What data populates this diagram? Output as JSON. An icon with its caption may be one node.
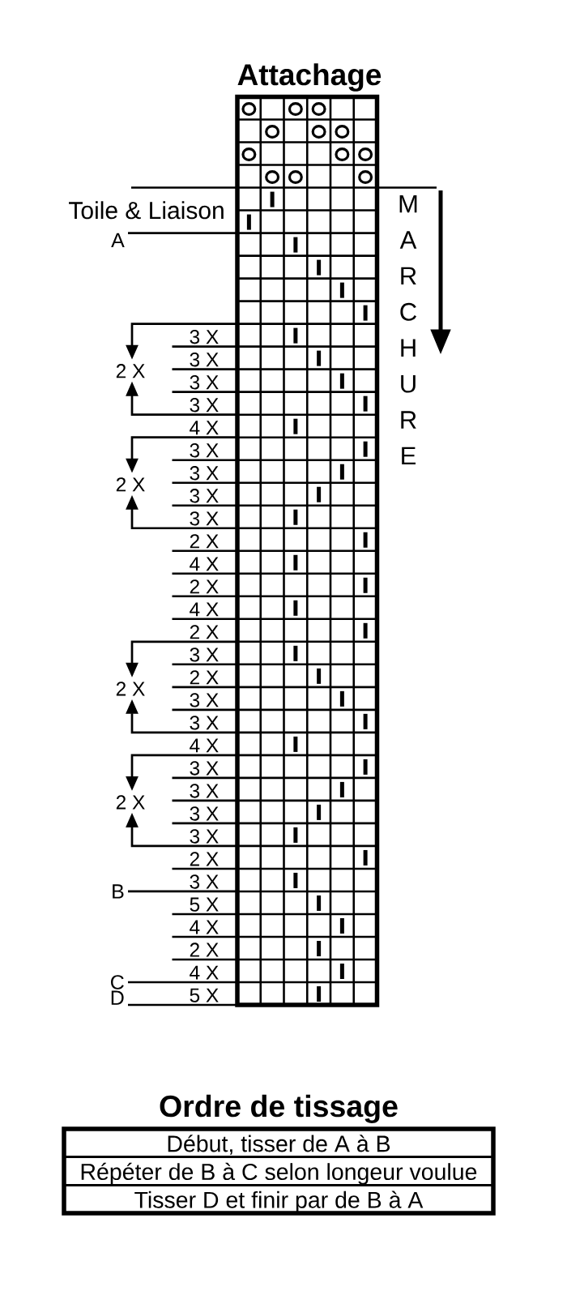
{
  "diagram": {
    "title": "Attachage",
    "nodes": [
      {
        "text": [
          "A"
        ]
      },
      {
        "text": [
          "B"
        ]
      },
      {
        "text": [
          "C"
        ]
      },
      {
        "text": [
          "D"
        ]
      }
    ],
    "edges": [
      {
        "from": 0,
        "to": null,
        "arrow": "none"
      },
      {
        "from": 1,
        "to": null,
        "arrow": "none"
      },
      {
        "from": 2,
        "to": null,
        "arrow": "none"
      },
      {
        "from": 3,
        "to": null,
        "arrow": "none"
      }
    ],
    "labels": [
      "Toile & Liaison",
      "MARCHURE",
      "3 X",
      "3 X",
      "2 X",
      "3 X",
      "3 X",
      "4 X",
      "3 X",
      "3 X",
      "2 X",
      "3 X",
      "3 X",
      "2 X",
      "4 X",
      "2 X",
      "4 X",
      "2 X",
      "3 X",
      "2 X",
      "2 X",
      "3 X",
      "3 X",
      "4 X",
      "3 X",
      "3 X",
      "2 X",
      "3 X",
      "3 X",
      "2 X",
      "3 X",
      "5 X",
      "4 X",
      "2 X",
      "4 X",
      "5 X",
      "Ordre de tissage",
      "Début, tisser de A à B",
      "Répéter de B à C selon longeur voulue",
      "Tisser D et finir par de B à A"
    ]
  }
}
